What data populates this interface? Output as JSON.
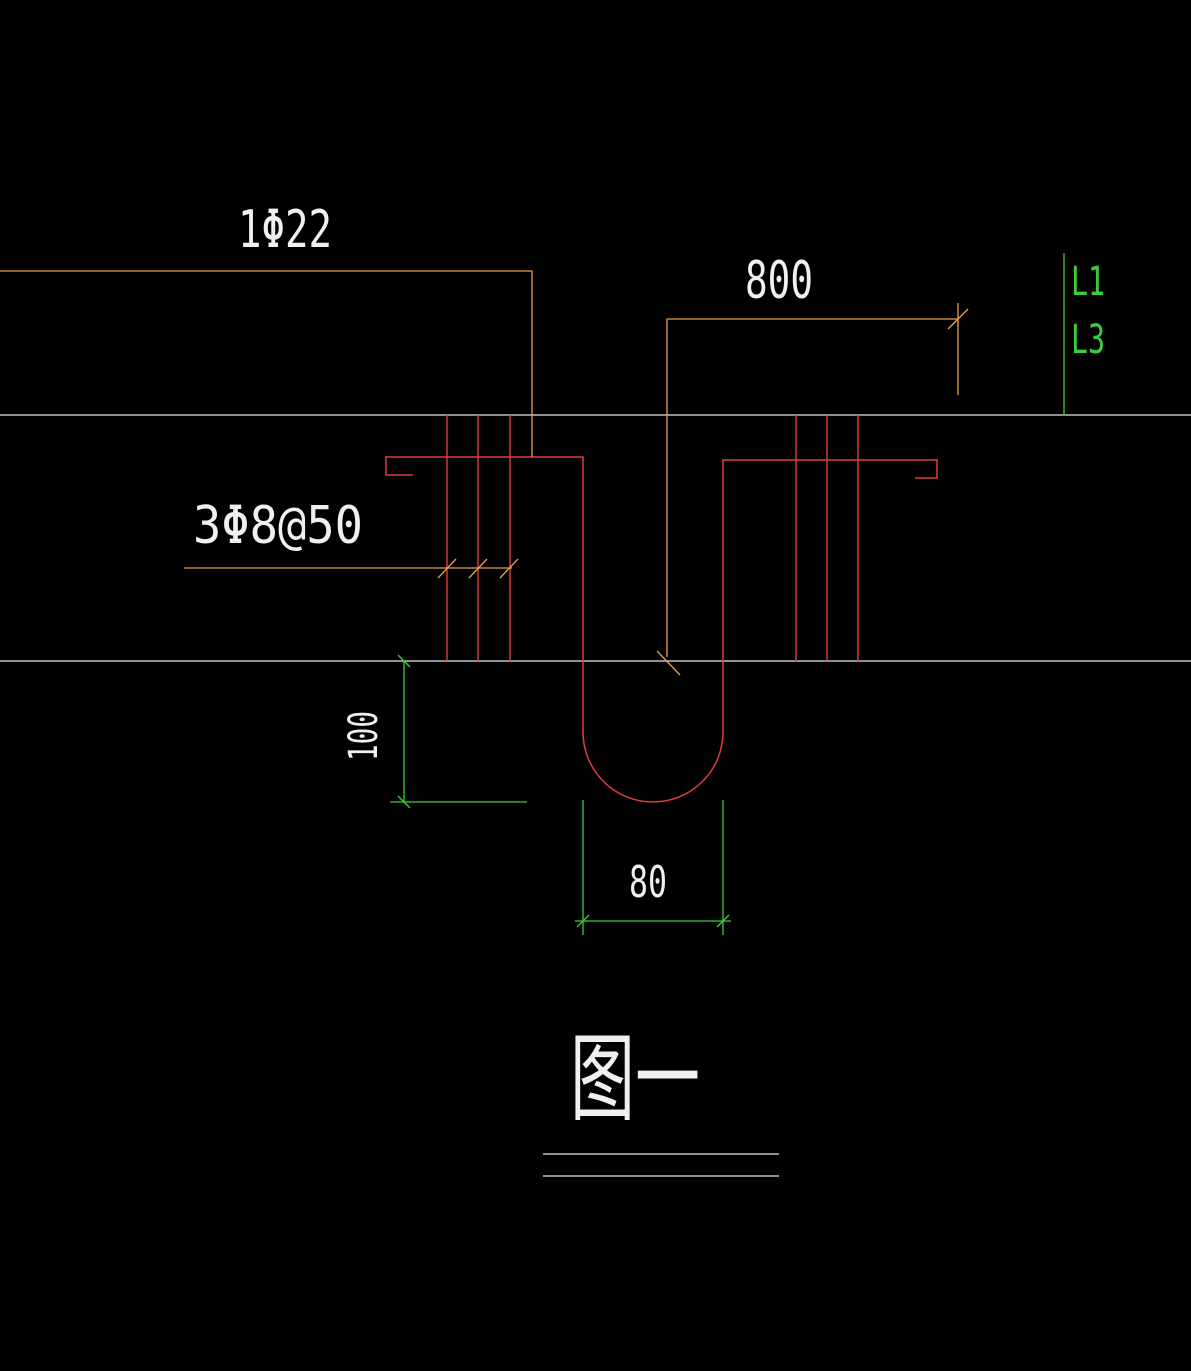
{
  "colors": {
    "background": "#000000",
    "slab_edge": "#e6e6e6",
    "leader": "#e8a04a",
    "text": "#f0f0f0",
    "rebar": "#e03c3c",
    "dimension": "#3ccc3c"
  },
  "labels": {
    "main_bar": "1Φ22",
    "stirrups": "3Φ8@50",
    "length": "800",
    "layer_top": "L1",
    "layer_bottom": "L3",
    "drop_depth": "100",
    "hook_width": "80",
    "figure_title": "图一"
  }
}
